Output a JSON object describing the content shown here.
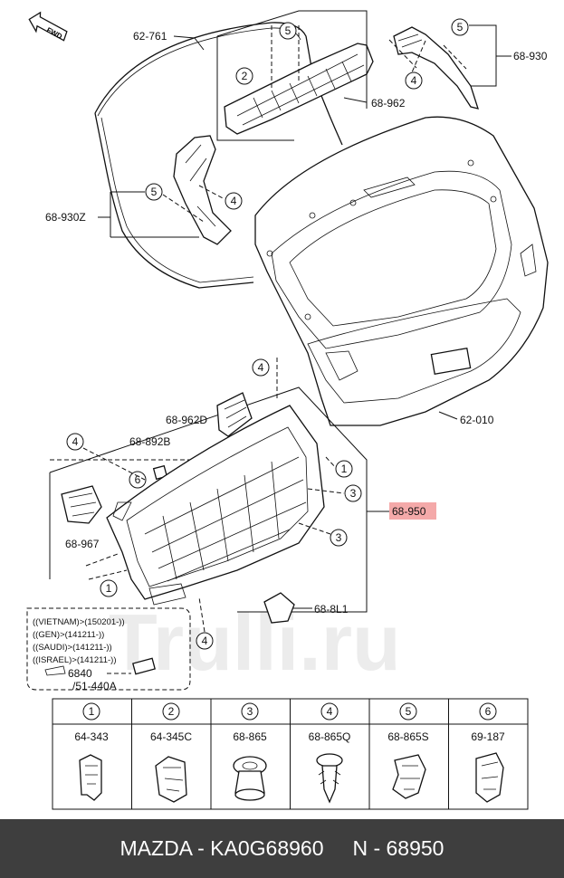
{
  "direction_label": "FWD",
  "part_labels": {
    "p62761": "62-761",
    "p68930": "68-930",
    "p68962": "68-962",
    "p68930z": "68-930Z",
    "p62010": "62-010",
    "p68962d": "68-962D",
    "p68892b": "68-892B",
    "p68950": "68-950",
    "p68967": "68-967",
    "p688l1": "68-8L1",
    "p51440a": "/51-440A",
    "p6840": "6840"
  },
  "callouts": [
    "1",
    "2",
    "3",
    "4",
    "5",
    "6"
  ],
  "variant_notes": [
    "((VIETNAM)>(150201-))",
    "((GEN)>(141211-))",
    "((SAUDI)>(141211-))",
    "((ISRAEL)>(141211-))"
  ],
  "clip_table": {
    "headers": [
      "1",
      "2",
      "3",
      "4",
      "5",
      "6"
    ],
    "part_numbers": [
      "64-343",
      "64-345C",
      "68-865",
      "68-865Q",
      "68-865S",
      "69-187"
    ]
  },
  "watermark": "Trulli.ru",
  "footer": {
    "brand": "MAZDA",
    "part_number": "KA0G68960",
    "ref": "N - 68950",
    "text": "MAZDA - KA0G68960     N - 68950"
  },
  "colors": {
    "highlight": "#f4a9a9",
    "footer_bg": "#3e3e3e",
    "footer_text": "#ffffff"
  }
}
